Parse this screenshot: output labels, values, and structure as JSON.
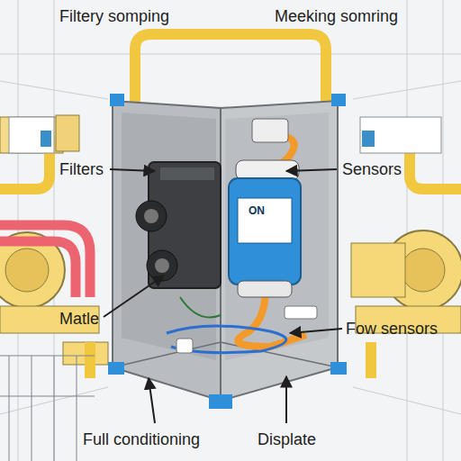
{
  "diagram": {
    "labels": [
      "Filtery somping",
      "Meeking somring",
      "Filters",
      "Sensors",
      "ON",
      "Matle",
      "Fow sensors",
      "Full conditioning",
      "Displate"
    ]
  }
}
